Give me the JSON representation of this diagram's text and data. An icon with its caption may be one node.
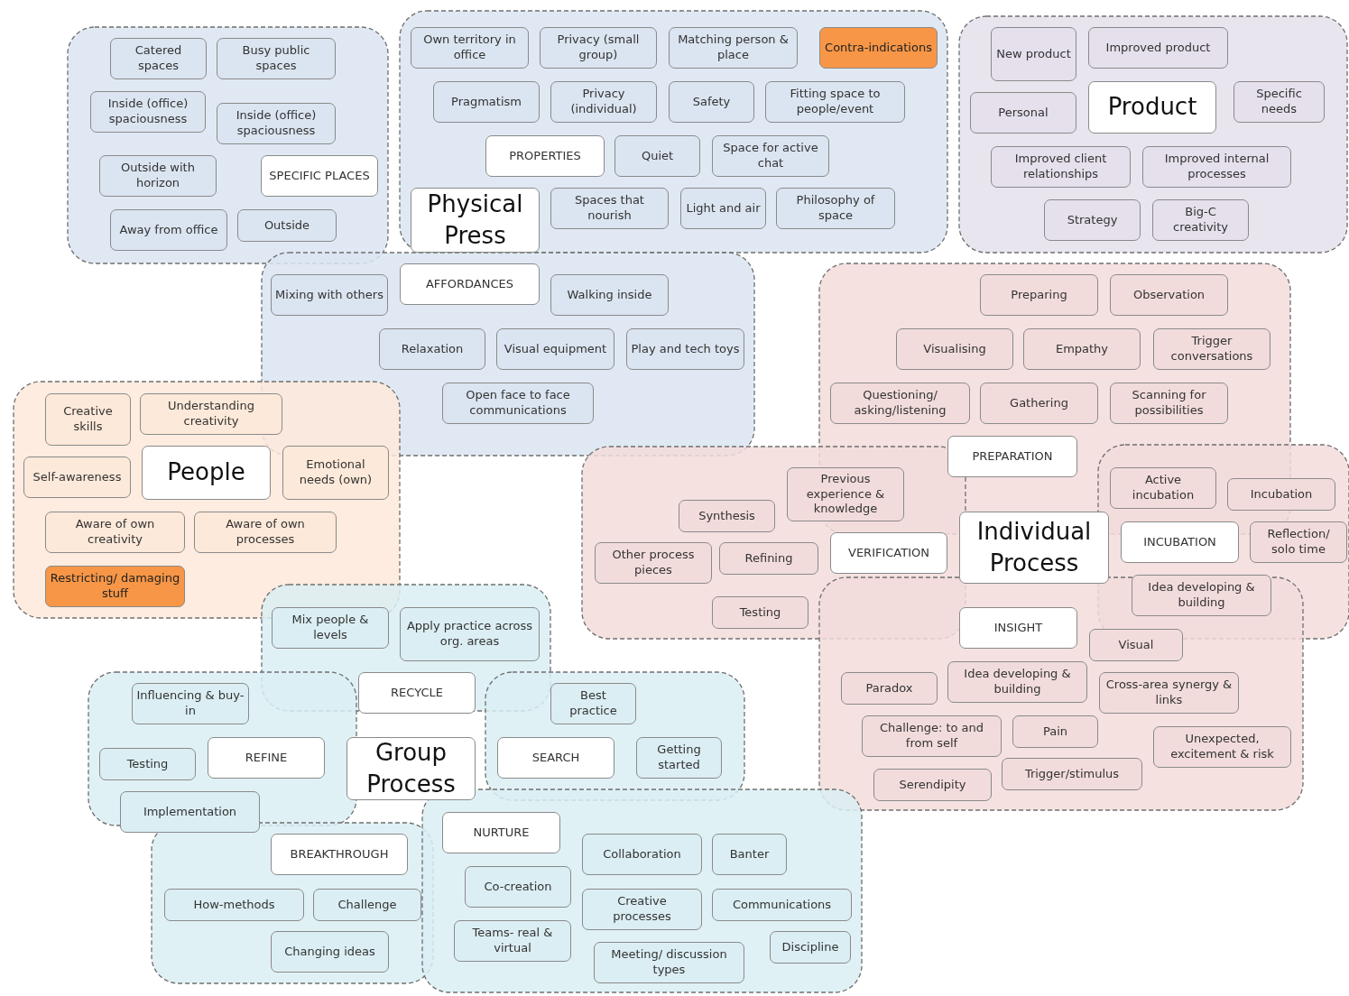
{
  "diagram": {
    "nodes": [
      {
        "text": [
          "Catered spaces"
        ]
      },
      {
        "text": [
          "Busy public spaces"
        ]
      },
      {
        "text": [
          "Inside (office) spaciousness"
        ]
      },
      {
        "text": [
          "Inside (office) spaciousness"
        ]
      },
      {
        "text": [
          "Outside with horizon"
        ]
      },
      {
        "text": [
          "SPECIFIC PLACES"
        ]
      },
      {
        "text": [
          "Away from office"
        ]
      },
      {
        "text": [
          "Outside"
        ]
      },
      {
        "text": [
          "Own territory in office"
        ]
      },
      {
        "text": [
          "Privacy (small group)"
        ]
      },
      {
        "text": [
          "Matching person & place"
        ]
      },
      {
        "text": [
          "Contra-indications"
        ]
      },
      {
        "text": [
          "Pragmatism"
        ]
      },
      {
        "text": [
          "Privacy (individual)"
        ]
      },
      {
        "text": [
          "Safety"
        ]
      },
      {
        "text": [
          "Fitting space to people/event"
        ]
      },
      {
        "text": [
          "PROPERTIES"
        ]
      },
      {
        "text": [
          "Quiet"
        ]
      },
      {
        "text": [
          "Space for active chat"
        ]
      },
      {
        "text": [
          "Physical Press"
        ]
      },
      {
        "text": [
          "Spaces that nourish"
        ]
      },
      {
        "text": [
          "Light and air"
        ]
      },
      {
        "text": [
          "Philosophy of space"
        ]
      },
      {
        "text": [
          "Mixing with others"
        ]
      },
      {
        "text": [
          "AFFORDANCES"
        ]
      },
      {
        "text": [
          "Walking inside"
        ]
      },
      {
        "text": [
          "Relaxation"
        ]
      },
      {
        "text": [
          "Visual equipment"
        ]
      },
      {
        "text": [
          "Play and tech toys"
        ]
      },
      {
        "text": [
          "Open face to face communications"
        ]
      },
      {
        "text": [
          "New product"
        ]
      },
      {
        "text": [
          "Improved product"
        ]
      },
      {
        "text": [
          "Personal"
        ]
      },
      {
        "text": [
          "Product"
        ]
      },
      {
        "text": [
          "Specific needs"
        ]
      },
      {
        "text": [
          "Improved client relationships"
        ]
      },
      {
        "text": [
          "Improved internal processes"
        ]
      },
      {
        "text": [
          "Strategy"
        ]
      },
      {
        "text": [
          "Big-C creativity"
        ]
      },
      {
        "text": [
          "Creative skills"
        ]
      },
      {
        "text": [
          "Understanding creativity"
        ]
      },
      {
        "text": [
          "Self-awareness"
        ]
      },
      {
        "text": [
          "People"
        ]
      },
      {
        "text": [
          "Emotional needs (own)"
        ]
      },
      {
        "text": [
          "Aware of own creativity"
        ]
      },
      {
        "text": [
          "Aware of own processes"
        ]
      },
      {
        "text": [
          "Restricting/ damaging stuff"
        ]
      },
      {
        "text": [
          "Preparing"
        ]
      },
      {
        "text": [
          "Observation"
        ]
      },
      {
        "text": [
          "Visualising"
        ]
      },
      {
        "text": [
          "Empathy"
        ]
      },
      {
        "text": [
          "Trigger conversations"
        ]
      },
      {
        "text": [
          "Questioning/ asking/listening"
        ]
      },
      {
        "text": [
          "Gathering"
        ]
      },
      {
        "text": [
          "Scanning for possibilities"
        ]
      },
      {
        "text": [
          "PREPARATION"
        ]
      },
      {
        "text": [
          "Previous experience & knowledge"
        ]
      },
      {
        "text": [
          "Synthesis"
        ]
      },
      {
        "text": [
          "Other process pieces"
        ]
      },
      {
        "text": [
          "Refining"
        ]
      },
      {
        "text": [
          "VERIFICATION"
        ]
      },
      {
        "text": [
          "Individual Process"
        ]
      },
      {
        "text": [
          "Testing"
        ]
      },
      {
        "text": [
          "Active incubation"
        ]
      },
      {
        "text": [
          "Incubation"
        ]
      },
      {
        "text": [
          "INCUBATION"
        ]
      },
      {
        "text": [
          "Reflection/ solo time"
        ]
      },
      {
        "text": [
          "Idea developing & building"
        ]
      },
      {
        "text": [
          "INSIGHT"
        ]
      },
      {
        "text": [
          "Visual"
        ]
      },
      {
        "text": [
          "Paradox"
        ]
      },
      {
        "text": [
          "Idea developing & building"
        ]
      },
      {
        "text": [
          "Cross-area synergy & links"
        ]
      },
      {
        "text": [
          "Challenge: to and from self"
        ]
      },
      {
        "text": [
          "Pain"
        ]
      },
      {
        "text": [
          "Unexpected, excitement & risk"
        ]
      },
      {
        "text": [
          "Serendipity"
        ]
      },
      {
        "text": [
          "Trigger/stimulus"
        ]
      },
      {
        "text": [
          "Mix people & levels"
        ]
      },
      {
        "text": [
          "Apply practice across org. areas"
        ]
      },
      {
        "text": [
          "RECYCLE"
        ]
      },
      {
        "text": [
          "Influencing & buy-in"
        ]
      },
      {
        "text": [
          "Testing"
        ]
      },
      {
        "text": [
          "REFINE"
        ]
      },
      {
        "text": [
          "Implementation"
        ]
      },
      {
        "text": [
          "Group Process"
        ]
      },
      {
        "text": [
          "Best practice"
        ]
      },
      {
        "text": [
          "SEARCH"
        ]
      },
      {
        "text": [
          "Getting started"
        ]
      },
      {
        "text": [
          "BREAKTHROUGH"
        ]
      },
      {
        "text": [
          "How-methods"
        ]
      },
      {
        "text": [
          "Challenge"
        ]
      },
      {
        "text": [
          "Changing ideas"
        ]
      },
      {
        "text": [
          "NURTURE"
        ]
      },
      {
        "text": [
          "Collaboration"
        ]
      },
      {
        "text": [
          "Banter"
        ]
      },
      {
        "text": [
          "Co-creation"
        ]
      },
      {
        "text": [
          "Creative processes"
        ]
      },
      {
        "text": [
          "Communications"
        ]
      },
      {
        "text": [
          "Teams- real & virtual"
        ]
      },
      {
        "text": [
          "Meeting/ discussion types"
        ]
      },
      {
        "text": [
          "Discipline"
        ]
      }
    ]
  }
}
